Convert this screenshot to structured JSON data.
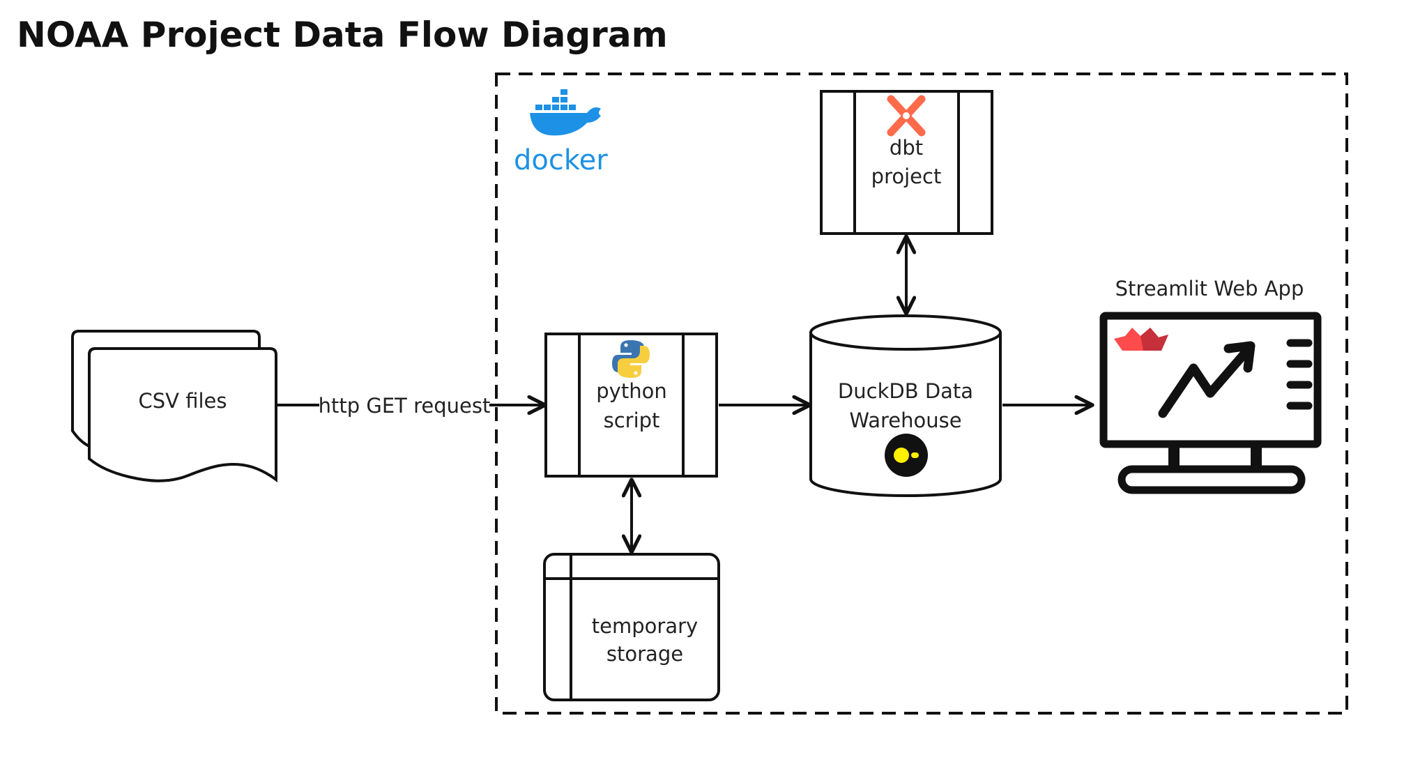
{
  "title": "NOAA Project Data Flow Diagram",
  "colors": {
    "docker_blue": "#1d91e5",
    "python_blue": "#3a75b0",
    "python_yellow": "#f7cf3e",
    "dbt_orange": "#fe6b4b",
    "streamlit_red": "#ff4b4b",
    "duckdb_yellow": "#fff000",
    "line": "#111111"
  },
  "container": {
    "label": "docker",
    "icon": "docker-whale-icon"
  },
  "nodes": {
    "csv": {
      "label": "CSV files",
      "icon": "multi-document-icon"
    },
    "python": {
      "line1": "python",
      "line2": "script",
      "icon": "python-logo-icon"
    },
    "storage": {
      "line1": "temporary",
      "line2": "storage",
      "icon": "internal-storage-icon"
    },
    "dbt": {
      "line1": "dbt",
      "line2": "project",
      "icon": "dbt-logo-icon"
    },
    "duckdb": {
      "line1": "DuckDB Data",
      "line2": "Warehouse",
      "icon": "duckdb-logo-icon"
    },
    "streamlit": {
      "label": "Streamlit Web App",
      "icon": "monitor-chart-icon"
    }
  },
  "edges": [
    {
      "from": "csv",
      "to": "python",
      "label": "http GET request"
    },
    {
      "from": "python",
      "to": "duckdb",
      "label": ""
    },
    {
      "from": "python",
      "to": "storage",
      "label": "",
      "bidirectional": true
    },
    {
      "from": "duckdb",
      "to": "dbt",
      "label": "",
      "bidirectional": true
    },
    {
      "from": "duckdb",
      "to": "streamlit",
      "label": ""
    }
  ]
}
